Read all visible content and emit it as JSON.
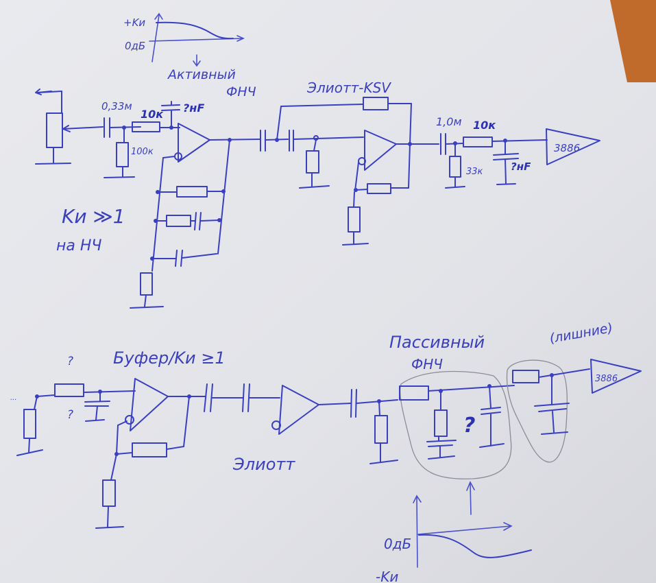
{
  "document": {
    "type": "hand-drawn audio circuit schematic on paper",
    "ink_color": "#3a3fc0",
    "paper_color": "#e4e5e9",
    "table_color": "#c06a2c"
  },
  "top_section": {
    "response_graph": {
      "y_label_top": "+Kи",
      "y_label_zero": "0дБ",
      "arrow_label_line1": "Активный",
      "arrow_label_line2": "ФНЧ"
    },
    "input_stage": {
      "coupling_cap": "0,33м",
      "series_resistor": "10к",
      "shunt_resistor": "100к",
      "filter_cap": "?нF"
    },
    "gain_note_line1": "Kи ≫1",
    "gain_note_line2": "на НЧ",
    "elliott_label": "Элиотт-KSV",
    "output_stage": {
      "coupling_cap": "1,0м",
      "series_resistor": "10к",
      "shunt_resistor": "33к",
      "filter_cap": "?нF"
    },
    "power_amp_label": "3886"
  },
  "bottom_section": {
    "input_resistor_label": "?",
    "input_cap_label": "?",
    "buffer_label": "Буфер/Kи ≥1",
    "elliott_label": "Элиотт",
    "passive_filter_line1": "Пассивный",
    "passive_filter_line2": "ФНЧ",
    "passive_filter_question": "?",
    "extra_stage_note": "(лишние)",
    "power_amp_label": "3886",
    "response_graph": {
      "y_label_zero": "0дБ",
      "y_label_bottom": "-Kи"
    }
  }
}
